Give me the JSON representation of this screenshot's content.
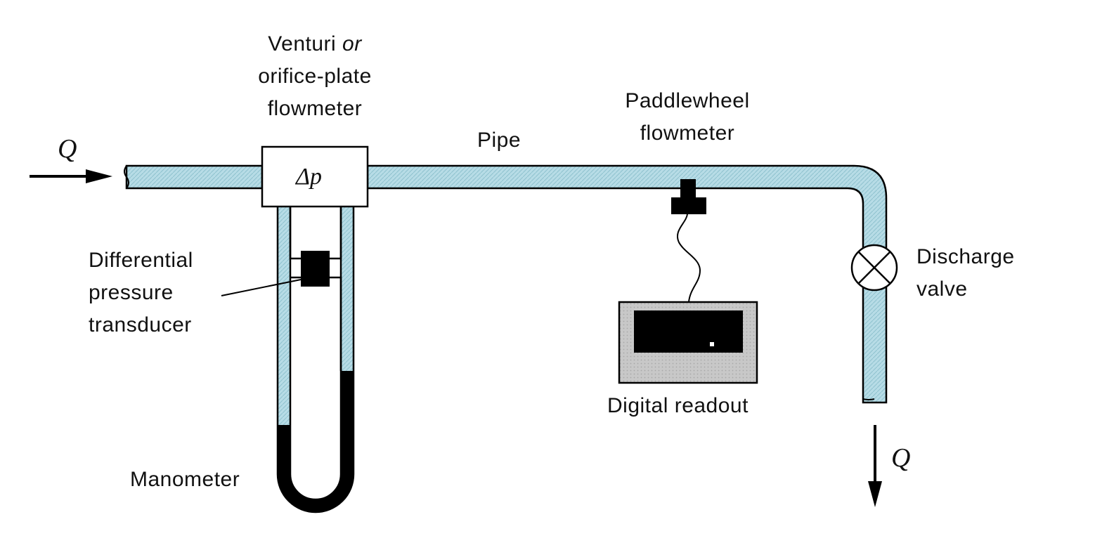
{
  "labels": {
    "venturi_line1_word": "Venturi",
    "venturi_line1_or": "or",
    "venturi_line2": "orifice-plate",
    "venturi_line3": "flowmeter",
    "pipe": "Pipe",
    "paddlewheel_line1": "Paddlewheel",
    "paddlewheel_line2": "flowmeter",
    "differential_line1": "Differential",
    "differential_line2": "pressure",
    "differential_line3": "transducer",
    "discharge_line1": "Discharge",
    "discharge_line2": "valve",
    "digital_readout": "Digital readout",
    "manometer": "Manometer"
  },
  "symbols": {
    "flow_in": "Q",
    "flow_out": "Q",
    "delta_p": "Δp"
  },
  "colors": {
    "water": "#b7dce6",
    "mercury": "#000000",
    "readout_case": "#c8c8c8",
    "readout_screen": "#000000",
    "outline": "#000000"
  }
}
